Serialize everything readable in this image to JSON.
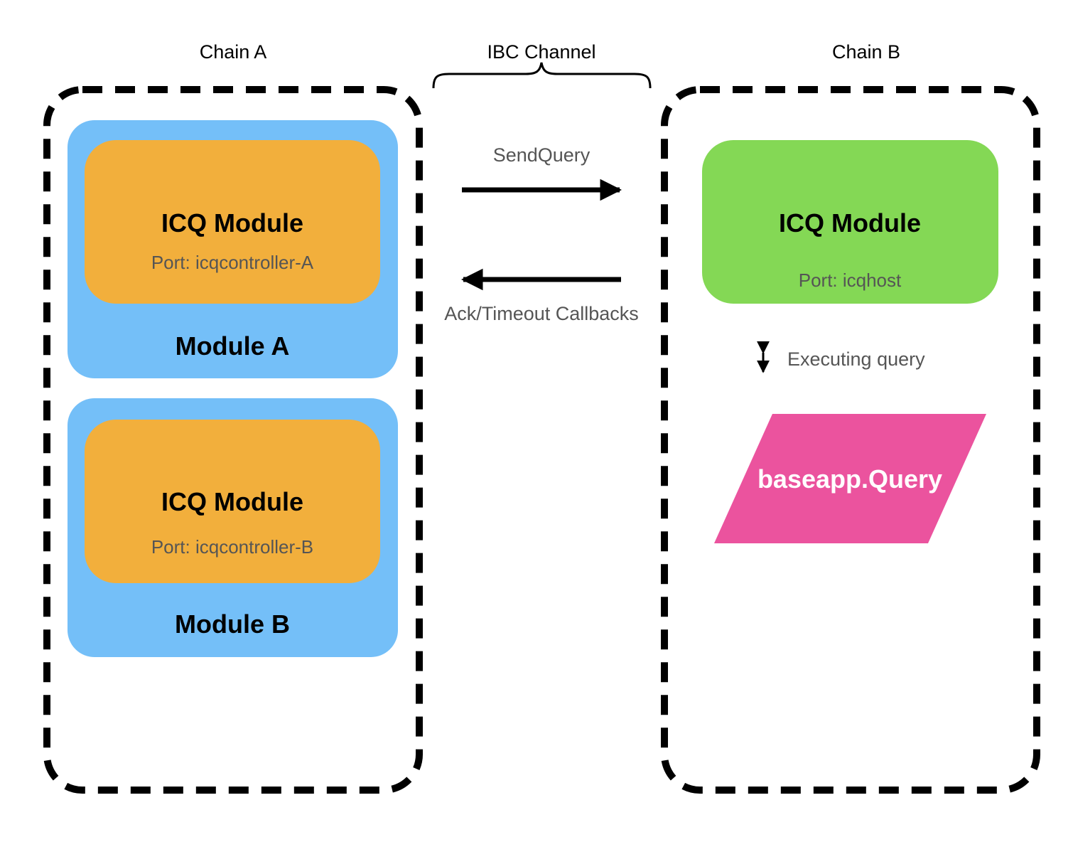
{
  "headers": {
    "chain_a": "Chain A",
    "ibc_channel": "IBC Channel",
    "chain_b": "Chain B"
  },
  "chain_a": {
    "module_a": {
      "label": "Module A",
      "icq_title": "ICQ Module",
      "port": "Port: icqcontroller-A"
    },
    "module_b": {
      "label": "Module B",
      "icq_title": "ICQ Module",
      "port": "Port: icqcontroller-B"
    }
  },
  "chain_b": {
    "icq_title": "ICQ Module",
    "port": "Port: icqhost",
    "executing_label": "Executing query",
    "query_label": "baseapp.Query"
  },
  "edges": {
    "send_query": "SendQuery",
    "callbacks": "Ack/Timeout Callbacks"
  },
  "colors": {
    "module_container": "#74bff8",
    "icq_controller": "#f2af3c",
    "icq_host": "#84d855",
    "baseapp_query": "#eb539e",
    "dashed_border": "#000000"
  }
}
